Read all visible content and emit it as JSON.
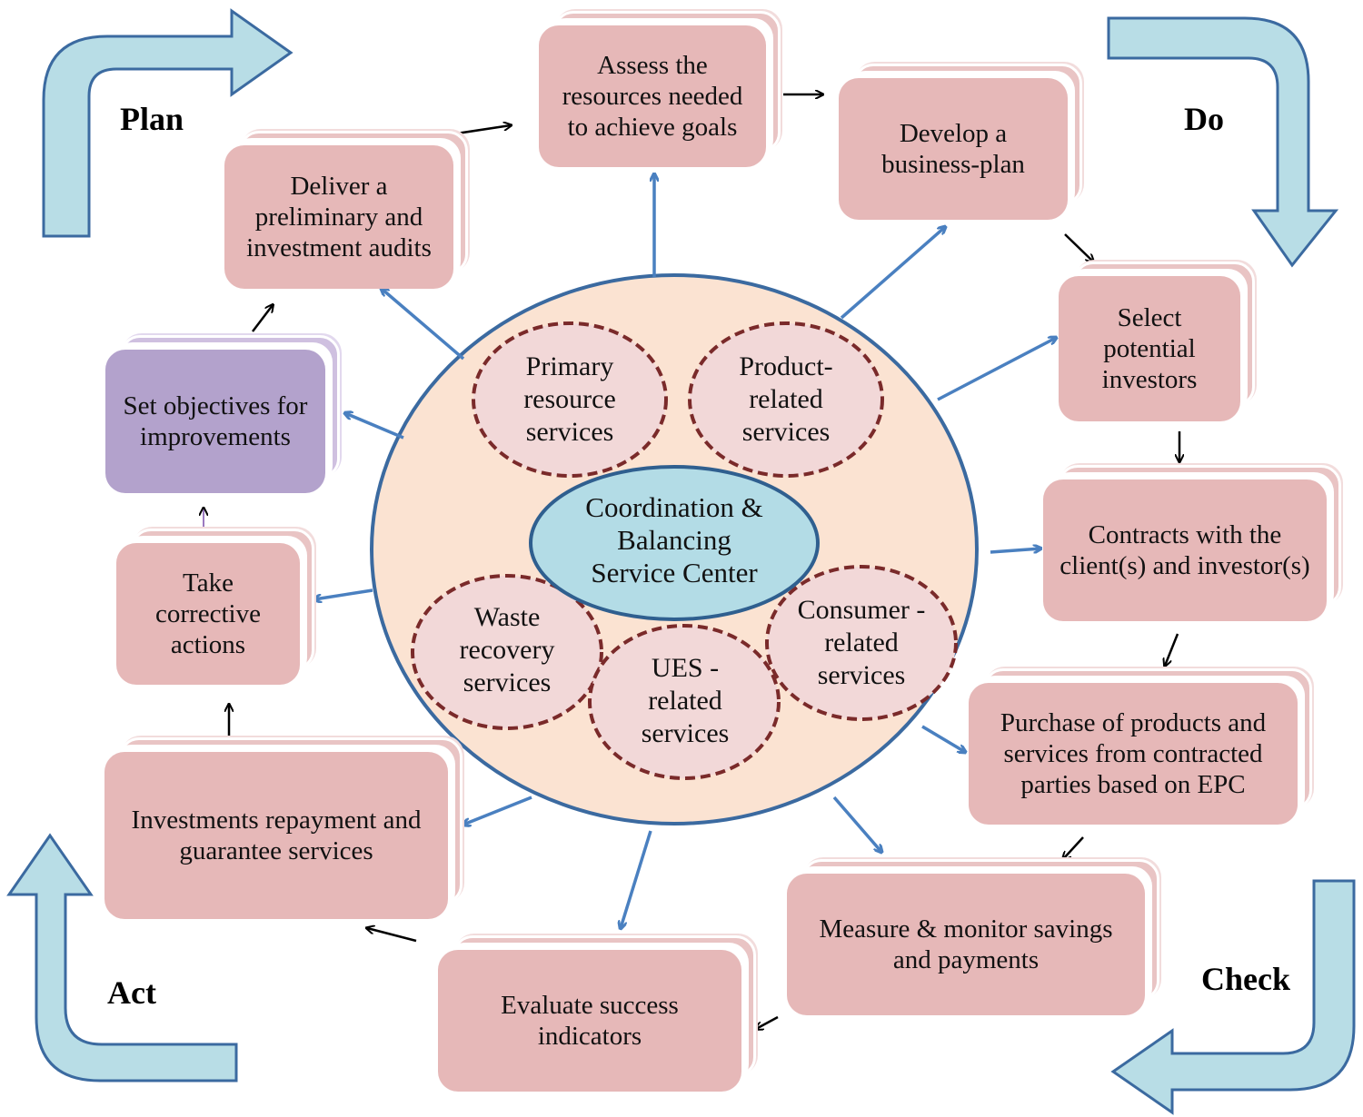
{
  "phases": {
    "plan": "Plan",
    "do": "Do",
    "check": "Check",
    "act": "Act"
  },
  "center": {
    "core": "Coordination & Balancing Service Center",
    "primary": "Primary resource services",
    "product": "Product-related services",
    "waste": "Waste recovery services",
    "ues": "UES - related services",
    "consumer": "Consumer -related services"
  },
  "steps": {
    "assess": "Assess the resources needed to achieve goals",
    "business_plan": "Develop a business-plan",
    "investors": "Select potential investors",
    "contracts": "Contracts with the client(s) and investor(s)",
    "purchase": "Purchase of products and services from contracted parties based on EPC",
    "measure": "Measure & monitor savings and payments",
    "evaluate": "Evaluate success indicators",
    "repayment": "Investments repayment and guarantee services",
    "corrective": "Take corrective actions",
    "objectives": "Set objectives for improvements",
    "audits": "Deliver a preliminary and investment audits"
  },
  "colors": {
    "box": "#e6b8b8",
    "box_purple": "#b3a2cc",
    "circle_fill": "#fbe3d2",
    "circle_stroke": "#3b6aa0",
    "core_fill": "#b3dce6",
    "dashed_fill": "#f2d8d8",
    "dashed_stroke": "#7a2a2a",
    "connector": "#4a80c0",
    "phase_arrow": "#b8dde6"
  }
}
